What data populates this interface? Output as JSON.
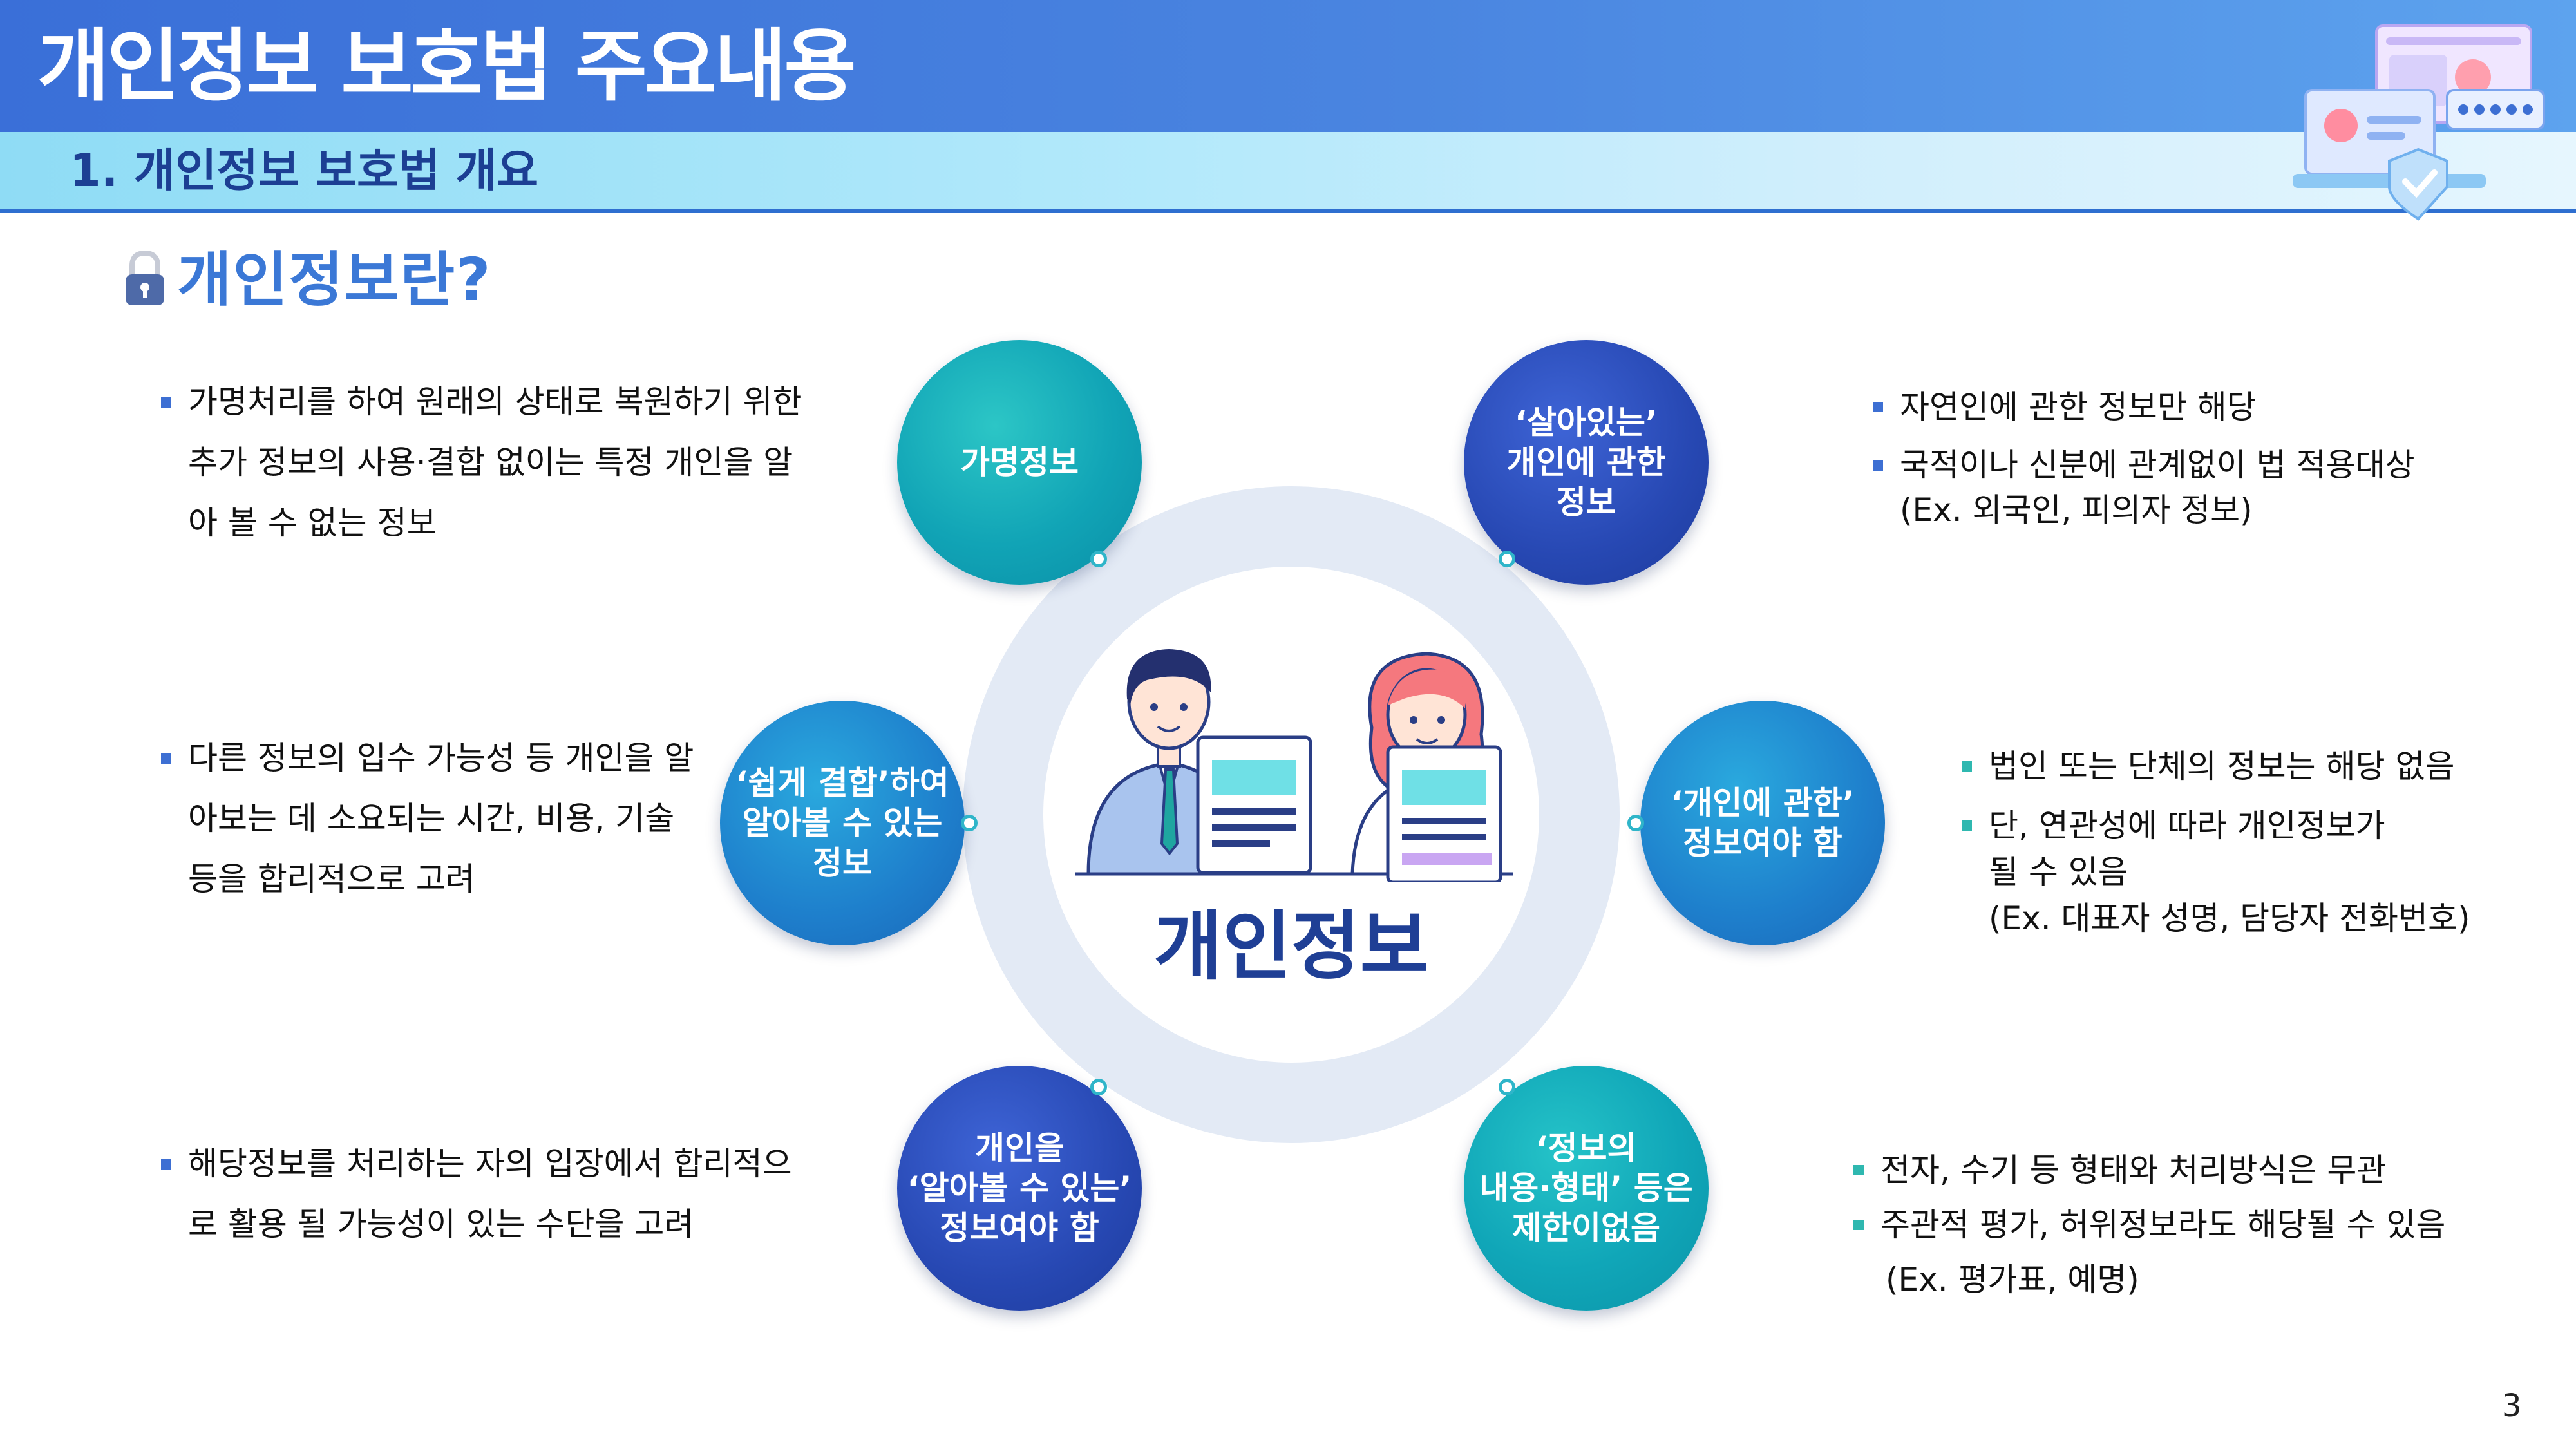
{
  "header": {
    "title": "개인정보 보호법 주요내용",
    "subtitle": "1. 개인정보 보호법 개요"
  },
  "section": {
    "title": "개인정보란?",
    "icon": "lock-icon"
  },
  "center": {
    "label": "개인정보",
    "illustration": "two-people-holding-documents"
  },
  "bubbles": {
    "pseudonym": "가명정보",
    "living": "‘살아있는’\n개인에 관한\n정보",
    "easy_combine": "‘쉽게 결합’하여\n알아볼 수 있는\n정보",
    "about_individual": "‘개인에 관한’\n정보여야 함",
    "identifiable": "개인을\n‘알아볼 수 있는’\n정보여야 함",
    "no_limit": "‘정보의\n내용·형태’ 등은\n제한이없음"
  },
  "texts": {
    "top_left": [
      "가명처리를 하여 원래의 상태로 복원하기 위한",
      "추가 정보의 사용·결합 없이는 특정 개인을  알",
      "아 볼 수 없는 정보"
    ],
    "mid_left": [
      "다른 정보의 입수 가능성 등 개인을  알",
      "아보는 데 소요되는 시간, 비용, 기술",
      "등을 합리적으로 고려"
    ],
    "bottom_left": [
      "해당정보를 처리하는 자의 입장에서  합리적으",
      "로 활용 될 가능성이 있는 수단을 고려"
    ],
    "top_right": [
      "자연인에 관한 정보만 해당",
      "국적이나 신분에 관계없이 법 적용대상",
      "(Ex. 외국인, 피의자 정보)"
    ],
    "mid_right": [
      "법인 또는 단체의 정보는 해당 없음",
      "단, 연관성에 따라 개인정보가",
      "될 수 있음",
      "(Ex. 대표자 성명, 담당자 전화번호)"
    ],
    "bottom_right": [
      "전자, 수기 등 형태와 처리방식은 무관",
      "주관적 평가, 허위정보라도 해당될 수 있음",
      "(Ex. 평가표, 예명)"
    ]
  },
  "page_number": "3",
  "colors": {
    "header_blue": "#3a6fd8",
    "dark_navy": "#1f3f95",
    "teal": "#11a4b6",
    "bullet_blue": "#3d6fd3",
    "bullet_teal": "#2fb8b0"
  }
}
